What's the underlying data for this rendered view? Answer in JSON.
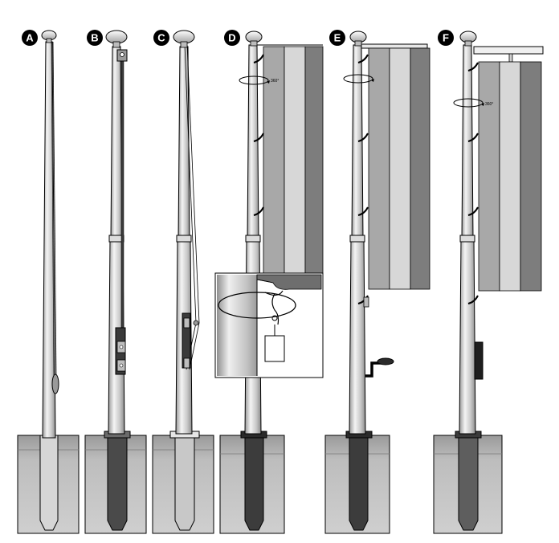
{
  "poles": [
    {
      "label": "A"
    },
    {
      "label": "B"
    },
    {
      "label": "C"
    },
    {
      "label": "D",
      "rotation_label": "360°"
    },
    {
      "label": "E"
    },
    {
      "label": "F",
      "rotation_label": "360°"
    }
  ],
  "colors": {
    "outline": "#000000",
    "pole_light": "#f2f2f2",
    "pole_mid": "#bdbdbd",
    "pole_dark": "#8a8a8a",
    "foundation": "#bfbfbf",
    "foundation_dark": "#8f8f8f",
    "sleeve_dark": "#3c3c3c",
    "sleeve_mid": "#6a6a6a",
    "flag_stripe_1": "#a8a8a8",
    "flag_stripe_2": "#d7d7d7",
    "flag_stripe_3": "#7d7d7d",
    "badge": "#000000"
  }
}
